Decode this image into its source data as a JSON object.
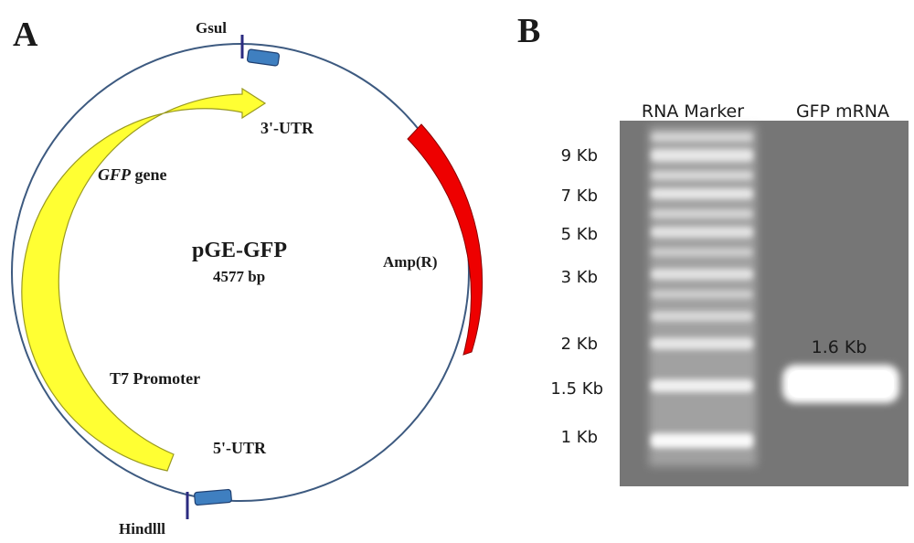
{
  "panel_a": {
    "label": "A",
    "plasmid_name": "pGE-GFP",
    "plasmid_size": "4577 bp",
    "features": {
      "gsul": "Gsul",
      "hindiii": "Hindlll",
      "utr3": "3'-UTR",
      "utr5": "5'-UTR",
      "gfp_italic": "GFP",
      "gfp_rest": " gene",
      "amp": "Amp(R)",
      "t7": "T7 Promoter"
    },
    "colors": {
      "backbone": "#3d5a80",
      "gfp_arrow": "#ffff33",
      "amp_arrow": "#ee0000",
      "sites": "#3f7fc0"
    }
  },
  "panel_b": {
    "label": "B",
    "lane_headers": {
      "marker": "RNA Marker",
      "sample": "GFP mRNA"
    },
    "size_labels": [
      "9 Kb",
      "7 Kb",
      "5 Kb",
      "3 Kb",
      "2 Kb",
      "1.5 Kb",
      "1 Kb"
    ],
    "sample_band_label": "1.6 Kb"
  }
}
